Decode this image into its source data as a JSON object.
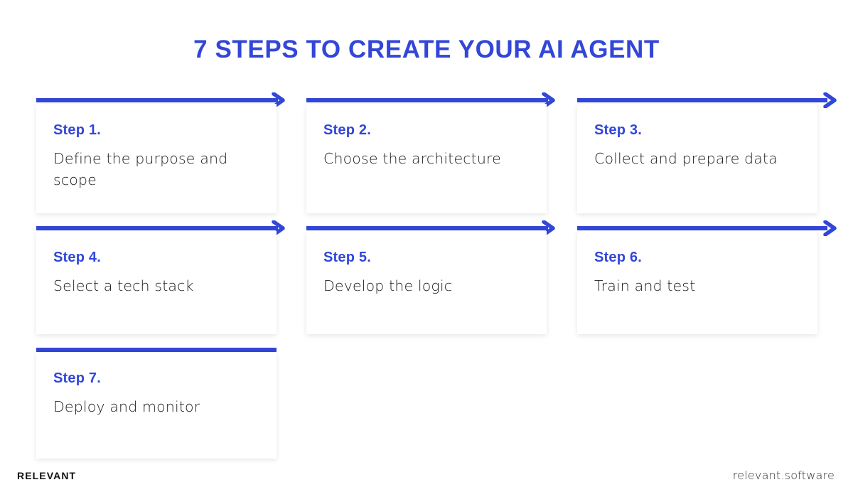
{
  "title": "7 STEPS TO CREATE YOUR AI AGENT",
  "accent_color": "#3246d8",
  "text_color": "#1b1b1b",
  "background_color": "#ffffff",
  "steps": [
    {
      "label": "Step 1.",
      "text": "Define the purpose and scope",
      "has_arrow": true
    },
    {
      "label": "Step 2.",
      "text": "Choose the architecture",
      "has_arrow": true
    },
    {
      "label": "Step 3.",
      "text": "Collect and prepare data",
      "has_arrow": true
    },
    {
      "label": "Step 4.",
      "text": "Select a tech stack",
      "has_arrow": true
    },
    {
      "label": "Step 5.",
      "text": "Develop the logic",
      "has_arrow": true
    },
    {
      "label": "Step 6.",
      "text": "Train and test",
      "has_arrow": true
    },
    {
      "label": "Step 7.",
      "text": "Deploy and monitor",
      "has_arrow": false
    }
  ],
  "footer": {
    "brand": "RELEVANT",
    "website": "relevant.software"
  }
}
